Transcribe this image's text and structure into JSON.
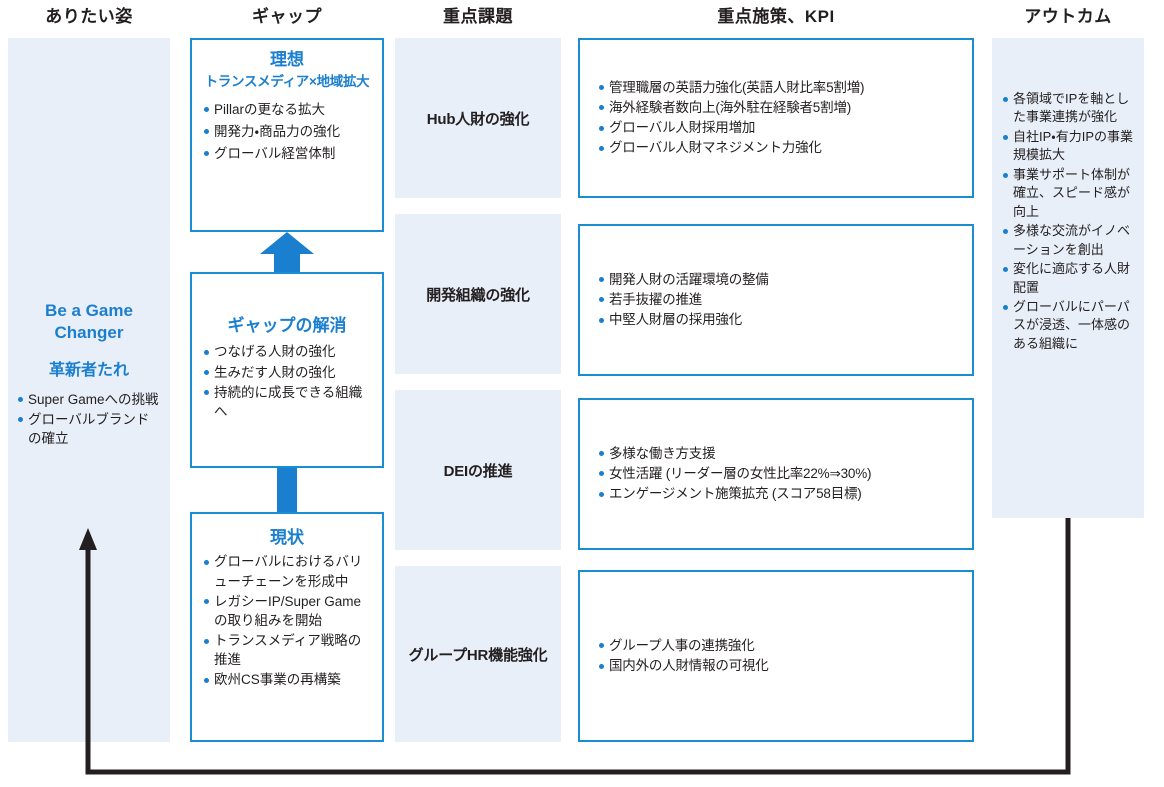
{
  "headers": {
    "vision": "ありたい姿",
    "gap": "ギャップ",
    "issue": "重点課題",
    "kpi": "重点施策、KPI",
    "outcome": "アウトカム"
  },
  "vision": {
    "tagline_en_line1": "Be a Game",
    "tagline_en_line2": "Changer",
    "tagline_ja": "革新者たれ",
    "bullets": [
      "Super Gameへの挑戦",
      "グローバルブランドの確立"
    ]
  },
  "gap_column": {
    "ideal": {
      "title": "理想",
      "subtitle": "トランスメディア×地域拡大",
      "bullets": [
        "Pillarの更なる拡大",
        "開発力・商品力の強化",
        "グローバル経営体制"
      ]
    },
    "resolution": {
      "title": "ギャップの解消",
      "bullets": [
        "つなげる人財の強化",
        "生みだす人財の強化",
        "持続的に成長できる組織へ"
      ]
    },
    "current": {
      "title": "現状",
      "bullets": [
        "グローバルにおけるバリューチェーンを形成中",
        "レガシーIP/Super Gameの取り組みを開始",
        "トランスメディア戦略の推進",
        "欧州CS事業の再構築"
      ]
    }
  },
  "rows": [
    {
      "issue": "Hub人財の強化",
      "measures": [
        "管理職層の英語力強化(英語人財比率5割増)",
        "海外経験者数向上(海外駐在経験者5割増)",
        "グローバル人財採用増加",
        "グローバル人財マネジメント力強化"
      ]
    },
    {
      "issue": "開発組織の強化",
      "measures": [
        "開発人財の活躍環境の整備",
        "若手抜擢の推進",
        "中堅人財層の採用強化"
      ]
    },
    {
      "issue": "DEIの推進",
      "measures": [
        "多様な働き方支援",
        "女性活躍 (リーダー層の女性比率22%⇒30%)",
        "エンゲージメント施策拡充 (スコア58目標)"
      ]
    },
    {
      "issue": "グループHR機能強化",
      "measures": [
        "グループ人事の連携強化",
        "国内外の人財情報の可視化"
      ]
    }
  ],
  "outcome": {
    "bullets": [
      "各領域でIPを軸とした事業連携が強化",
      "自社IP・有力IPの事業規模拡大",
      "事業サポート体制が確立、スピード感が向上",
      "多様な交流がイノベーションを創出",
      "変化に適応する人財配置",
      "グローバルにパーパスが浸透、一体感のある組織に"
    ]
  },
  "colors": {
    "accent_blue": "#1b7fd0",
    "border_blue": "#1b8ed2",
    "panel_fill": "#e8eff8",
    "text_dark": "#231f20",
    "feedback_arrow": "#231f20"
  }
}
